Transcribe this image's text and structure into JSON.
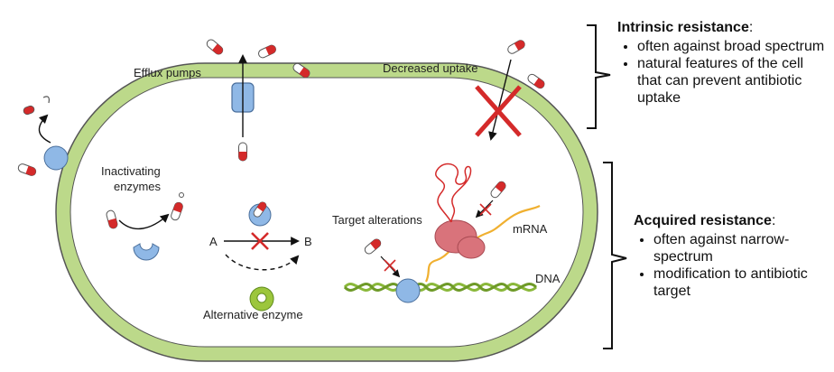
{
  "labels": {
    "efflux_pumps": "Efflux pumps",
    "decreased_uptake": "Decreased uptake",
    "inactivating_line1": "Inactivating",
    "inactivating_line2": "enzymes",
    "node_a": "A",
    "node_b": "B",
    "alternative_enzyme": "Alternative enzyme",
    "target_alterations": "Target alterations",
    "mrna": "mRNA",
    "dna": "DNA"
  },
  "intrinsic": {
    "title": "Intrinsic resistance",
    "items": [
      "often against broad spectrum",
      "natural features of the cell that can prevent antibiotic uptake"
    ]
  },
  "acquired": {
    "title": "Acquired resistance",
    "items": [
      "often against narrow-spectrum",
      "modification to antibiotic target"
    ]
  },
  "colors": {
    "cell_wall": "#bcd98a",
    "capsule_red": "#d42a2a",
    "enzyme_blue": "#8fb8e6",
    "enzyme_green": "#9cc63c",
    "ribosome": "#d9737b",
    "mrna": "#f0b030",
    "dna": "#8ab83a"
  }
}
